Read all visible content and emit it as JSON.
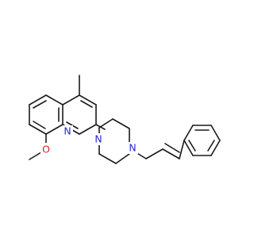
{
  "diagram": {
    "type": "chemical-structure",
    "colors": {
      "bond": "#1a1a1a",
      "nitrogen": "#2a2ad6",
      "oxygen": "#e01e1e",
      "background": "#ffffff"
    },
    "atom_labels": {
      "quinoline_n": "N",
      "piperazine_n_left": "N",
      "piperazine_n_right": "N",
      "methoxy_o": "O"
    }
  }
}
